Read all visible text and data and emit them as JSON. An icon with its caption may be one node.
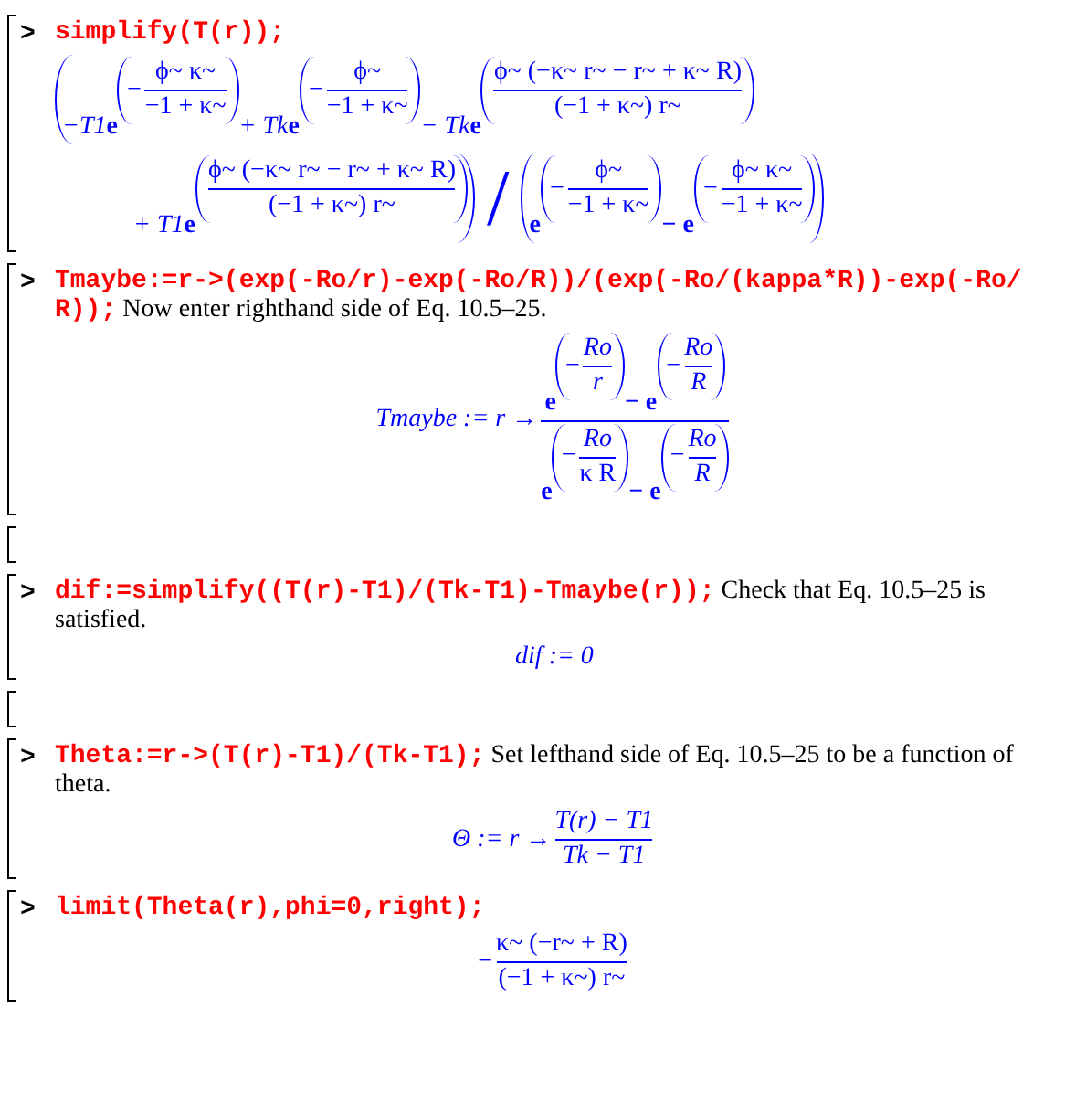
{
  "diagram": {
    "labels": [
      ">",
      "simplify(T(r));",
      "−T1",
      "e",
      "−",
      "ϕ~ κ~",
      "−1 + κ~",
      "+ Tk",
      "e",
      "−",
      "ϕ~",
      "−1 + κ~",
      "− Tk",
      "e",
      "ϕ~ (−κ~ r~ − r~ + κ~ R)",
      "(−1 + κ~) r~",
      "+ T1",
      "e",
      "ϕ~ (−κ~ r~ − r~ + κ~ R)",
      "(−1 + κ~) r~",
      "/",
      "e",
      "−",
      "ϕ~",
      "−1 + κ~",
      "− e",
      "−",
      "ϕ~ κ~",
      "−1 + κ~",
      ">",
      "Tmaybe:=r->(exp(-Ro/r)-exp(-Ro/R))/(exp(-Ro/(kappa*R))-exp(-Ro/R));",
      "Now enter righthand side of Eq. 10.5–25.",
      "Tmaybe := r →",
      "e",
      "−",
      "Ro",
      "r",
      "− e",
      "−",
      "Ro",
      "R",
      "e",
      "−",
      "Ro",
      "κ R",
      "− e",
      "−",
      "Ro",
      "R",
      ">",
      "dif:=simplify((T(r)-T1)/(Tk-T1)-Tmaybe(r));",
      "Check that Eq. 10.5–25 is satisfied.",
      "dif := 0",
      ">",
      "Theta:=r->(T(r)-T1)/(Tk-T1);",
      "Set lefthand side of Eq. 10.5–25 to be a function of theta.",
      "Θ := r →",
      "T(r) − T1",
      "Tk − T1",
      ">",
      "limit(Theta(r),phi=0,right);",
      "−",
      "κ~ (−r~ + R)",
      "(−1 + κ~) r~"
    ]
  }
}
